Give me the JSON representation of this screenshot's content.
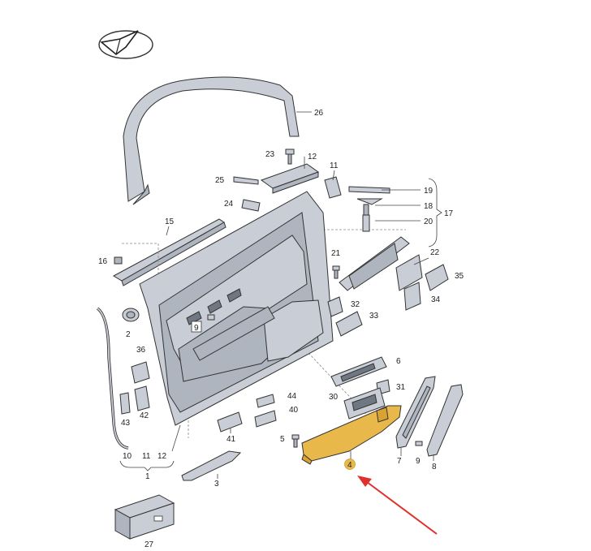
{
  "diagram": {
    "labels": {
      "l1": "1",
      "l2": "2",
      "l3": "3",
      "l4": "4",
      "l5": "5",
      "l6": "6",
      "l7": "7",
      "l8": "8",
      "l9a": "9",
      "l9b": "9",
      "l10": "10",
      "l11a": "11",
      "l11b": "11",
      "l12a": "12",
      "l12b": "12",
      "l15": "15",
      "l16": "16",
      "l17": "17",
      "l18": "18",
      "l19": "19",
      "l20": "20",
      "l21": "21",
      "l22": "22",
      "l23": "23",
      "l24": "24",
      "l25": "25",
      "l26": "26",
      "l27": "27",
      "l30": "30",
      "l31": "31",
      "l32": "32",
      "l33": "33",
      "l34": "34",
      "l35": "35",
      "l36": "36",
      "l40": "40",
      "l41": "41",
      "l42": "42",
      "l43": "43",
      "l44": "44"
    },
    "colors": {
      "highlight": "#e8b84a",
      "arrow": "#e0302a",
      "part_fill": "#c9ced6",
      "part_stroke": "#333333"
    }
  }
}
